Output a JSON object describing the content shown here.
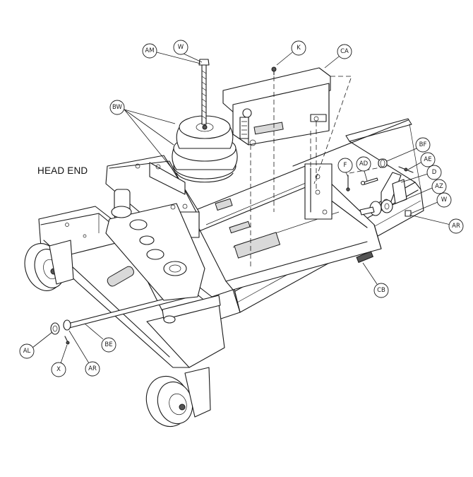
{
  "heading": "HEAD END",
  "callouts": [
    "AM",
    "W",
    "K",
    "CA",
    "BW",
    "BF",
    "F",
    "AD",
    "AE",
    "D",
    "AZ",
    "W",
    "AR",
    "CB",
    "AL",
    "BE",
    "X",
    "AR"
  ]
}
